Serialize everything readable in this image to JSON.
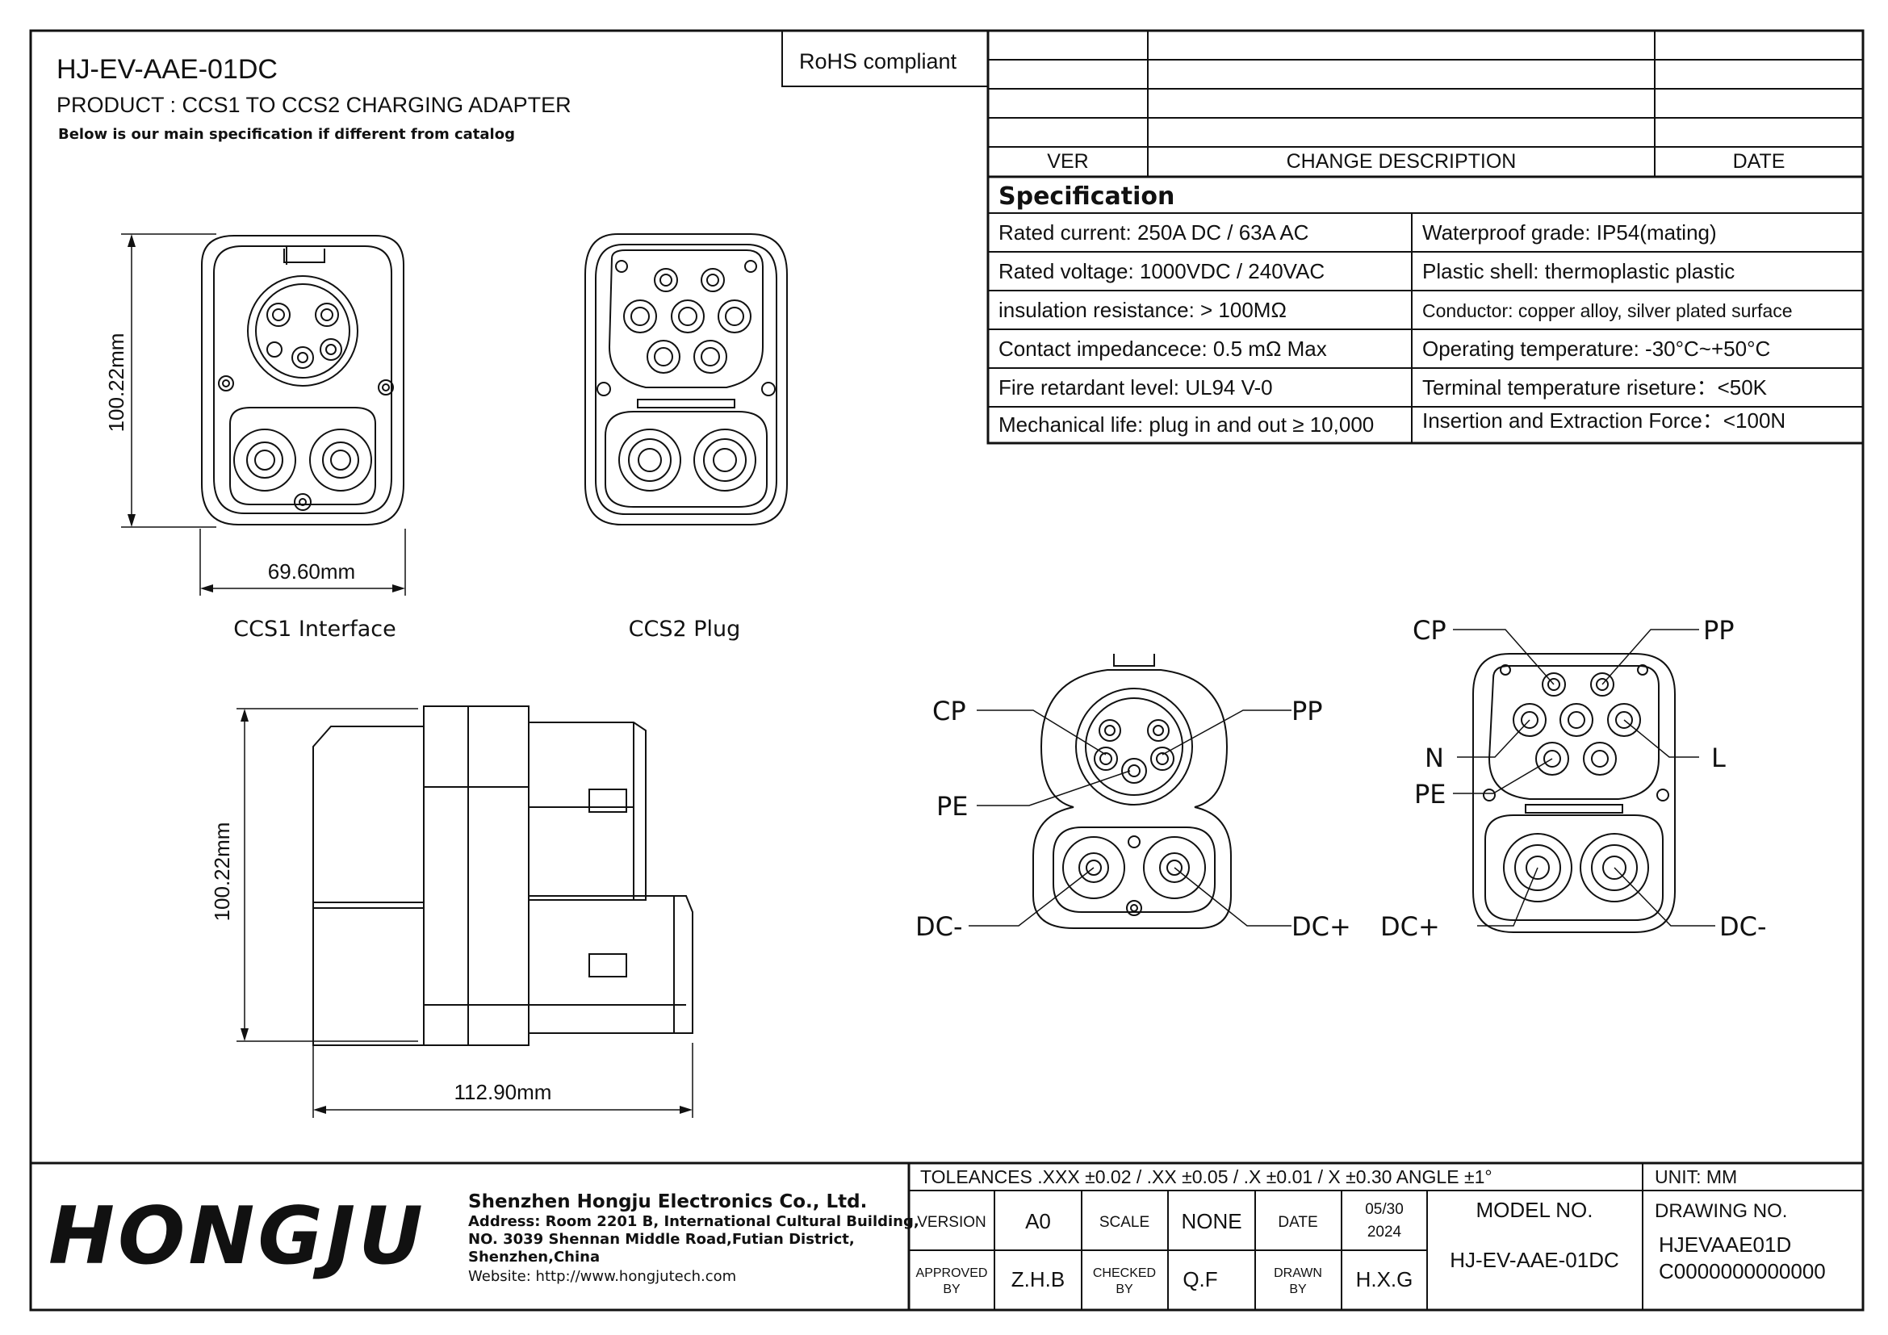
{
  "header": {
    "model": "HJ-EV-AAE-01DC",
    "product": "PRODUCT : CCS1 TO CCS2 CHARGING ADAPTER",
    "note": "Below is our main specification if different from catalog",
    "rohs": "RoHS  compliant"
  },
  "revision_table": {
    "ver_header": "VER",
    "desc_header": "CHANGE DESCRIPTION",
    "date_header": "DATE"
  },
  "specification": {
    "title": "Specification",
    "rows": [
      {
        "left": "Rated current: 250A DC / 63A AC",
        "right": "Waterproof grade: IP54(mating)"
      },
      {
        "left": "Rated voltage: 1000VDC / 240VAC",
        "right": "Plastic shell: thermoplastic plastic"
      },
      {
        "left": "insulation resistance: > 100MΩ",
        "right": "Conductor: copper alloy, silver plated surface"
      },
      {
        "left": "Contact impedancece: 0.5 mΩ Max",
        "right": "Operating temperature: -30°C~+50°C"
      },
      {
        "left": "Fire retardant level: UL94 V-0",
        "right": "Terminal temperature riseture：<50K"
      },
      {
        "left": "Mechanical life: plug in and out ≥ 10,000",
        "right": "Insertion and Extraction Force：<100N"
      }
    ]
  },
  "drawings": {
    "ccs1_caption": "CCS1 Interface",
    "ccs2_caption": "CCS2 Plug",
    "dim_height_front": "100.22mm",
    "dim_width_front": "69.60mm",
    "dim_height_side": "100.22mm",
    "dim_length_side": "112.90mm",
    "ccs1_pins": {
      "cp": "CP",
      "pp": "PP",
      "pe": "PE",
      "dc_minus": "DC-",
      "dc_plus": "DC+"
    },
    "ccs2_pins": {
      "cp": "CP",
      "pp": "PP",
      "n": "N",
      "l": "L",
      "pe": "PE",
      "dc_plus": "DC+",
      "dc_minus": "DC-"
    }
  },
  "title_block": {
    "logo": "HONGJU",
    "company": "Shenzhen Hongju Electronics Co., Ltd.",
    "address_1": "Address: Room 2201 B, International Cultural Building,",
    "address_2": "NO. 3039 Shennan Middle Road,Futian District,",
    "address_3": "Shenzhen,China",
    "website": "Website: http://www.hongjutech.com",
    "tolerances": "TOLEANCES    .XXX  ±0.02 / .XX ±0.05 / .X ±0.01 / X ±0.30  ANGLE  ±1°",
    "unit": "UNIT:  MM",
    "version_label": "VERSION",
    "version_value": "A0",
    "scale_label": "SCALE",
    "scale_value": "NONE",
    "date_label": "DATE",
    "date_value_1": "05/30",
    "date_value_2": "2024",
    "approved_label_1": "APPROVED",
    "approved_label_2": "BY",
    "approved_value": "Z.H.B",
    "checked_label_1": "CHECKED",
    "checked_label_2": "BY",
    "checked_value": "Q.F",
    "drawn_label_1": "DRAWN",
    "drawn_label_2": "BY",
    "drawn_value": "H.X.G",
    "model_no_label": "MODEL NO.",
    "model_no_value": "HJ-EV-AAE-01DC",
    "drawing_no_label": "DRAWING NO.",
    "drawing_no_value_1": "HJEVAAE01D",
    "drawing_no_value_2": "C0000000000000"
  }
}
